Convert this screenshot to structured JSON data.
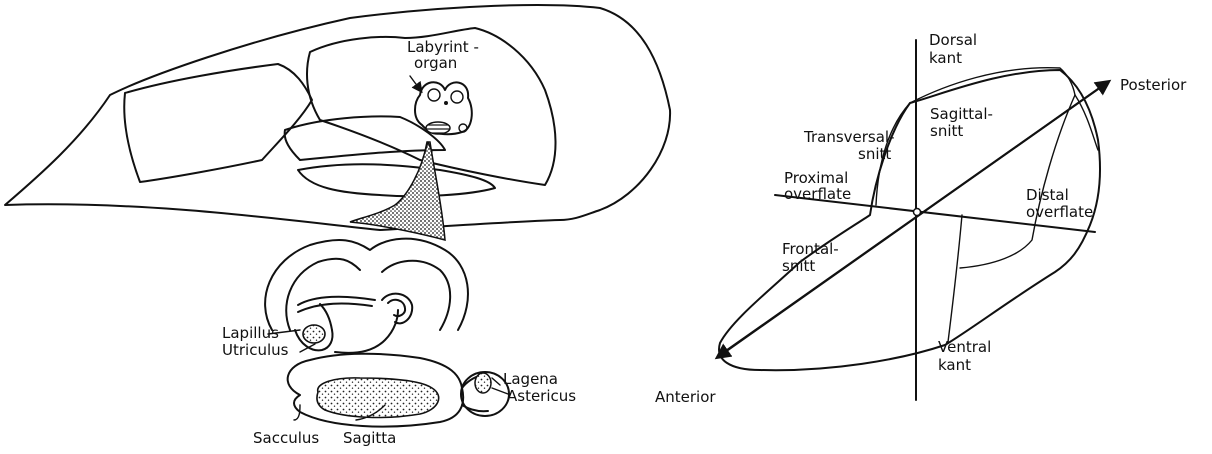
{
  "head_diagram": {
    "labyrinth_label_line1": "Labyrint -",
    "labyrinth_label_line2": "organ"
  },
  "labyrinth_detail": {
    "lapillus": "Lapillus",
    "utriculus": "Utriculus",
    "sacculus": "Sacculus",
    "sagitta": "Sagitta",
    "lagena": "Lagena",
    "astericus": "Astericus"
  },
  "otolith_orientation": {
    "dorsal_line1": "Dorsal",
    "dorsal_line2": "kant",
    "posterior": "Posterior",
    "sagittal_line1": "Sagittal-",
    "sagittal_line2": "snitt",
    "transversal_line1": "Transversal-",
    "transversal_line2": "snitt",
    "proximal_line1": "Proximal",
    "proximal_line2": "overflate",
    "distal_line1": "Distal",
    "distal_line2": "overflate",
    "frontal_line1": "Frontal-",
    "frontal_line2": "snitt",
    "ventral_line1": "Ventral",
    "ventral_line2": "kant",
    "anterior": "Anterior"
  }
}
